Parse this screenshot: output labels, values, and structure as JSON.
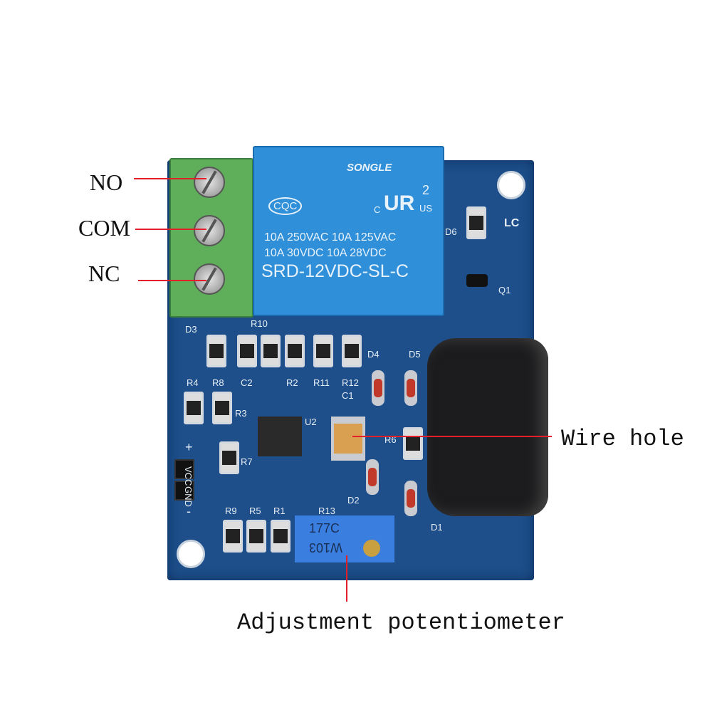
{
  "annotations": {
    "no": "NO",
    "com": "COM",
    "nc": "NC",
    "wire_hole": "Wire hole",
    "potentiometer": "Adjustment potentiometer"
  },
  "relay": {
    "brand": "SONGLE",
    "cert1": "CQC",
    "ul": "2",
    "ul_c": "C",
    "ul_us": "US",
    "rating1": "10A 250VAC 10A 125VAC",
    "rating2": "10A 30VDC 10A 28VDC",
    "model": "SRD-12VDC-SL-C"
  },
  "pot": {
    "line1": "177C",
    "line2": "W103"
  },
  "silkscreen": {
    "d3": "D3",
    "r10": "R10",
    "d4": "D4",
    "d5": "D5",
    "r4": "R4",
    "r8": "R8",
    "c2": "C2",
    "r2": "R2",
    "r11": "R11",
    "r12": "R12",
    "c1": "C1",
    "r3": "R3",
    "u2": "U2",
    "r6": "R6",
    "r7": "R7",
    "d2": "D2",
    "d1": "D1",
    "r9": "R9",
    "r5": "R5",
    "r1": "R1",
    "r13": "R13",
    "d6": "D6",
    "lc": "LC",
    "q1": "Q1",
    "plus": "+",
    "minus": "-",
    "vcc": "VCC",
    "gnd": "GND"
  },
  "colors": {
    "pcb": "#1e4f8a",
    "relay": "#2f8fd8",
    "terminal": "#5fae5a",
    "leader": "#e32028"
  }
}
